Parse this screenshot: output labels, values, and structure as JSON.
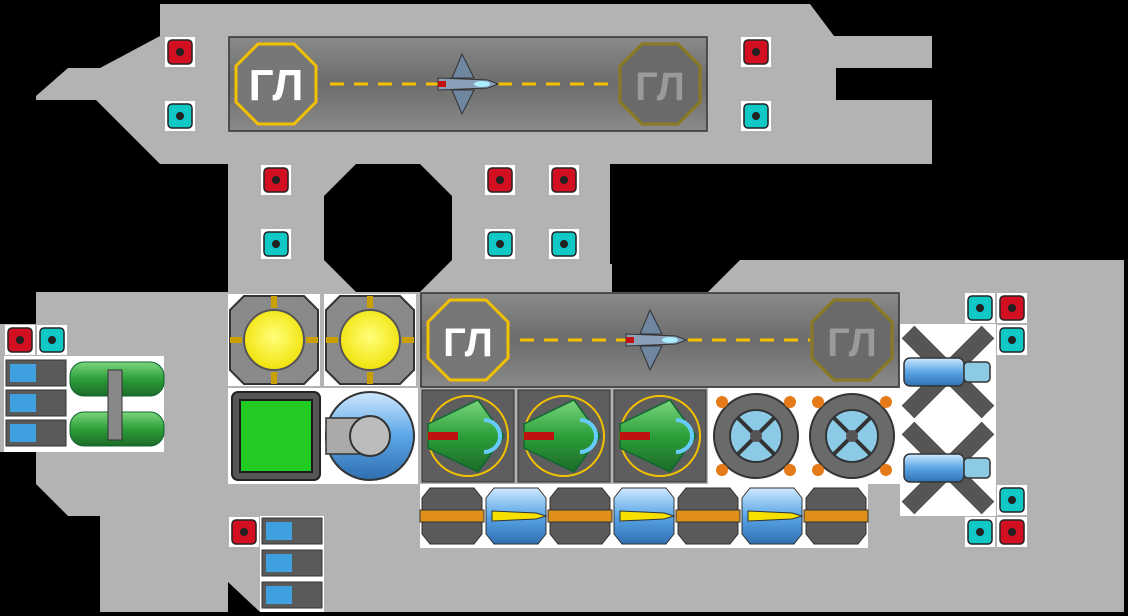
{
  "scene": {
    "name": "ship-editor-layout",
    "colors": {
      "background": "#000000",
      "hull": "#b3b3b3",
      "runway": "#808080",
      "runway_dark": "#6e6e6e",
      "pad_ring_active": "#f2c200",
      "pad_ring_inactive": "#8a7a20",
      "dash": "#f5c000",
      "red_node": "#d01020",
      "cyan_node": "#10c8c8",
      "reactor_yellow": "#fff200",
      "cargo_green": "#22cc22",
      "wing_green": "#2aa84a"
    },
    "runways": [
      {
        "id": "upper-runway",
        "pad_left_label": "ГЛ",
        "pad_right_label": "ГЛ"
      },
      {
        "id": "lower-runway",
        "pad_left_label": "ГЛ",
        "pad_right_label": "ГЛ"
      }
    ],
    "modules": {
      "reactors": 2,
      "cargo_bay": 1,
      "turret": 1,
      "hangar_wings": 3,
      "shield_generators": 2,
      "engines": 2,
      "weapon_row": 7,
      "side_batteries": 6
    }
  }
}
